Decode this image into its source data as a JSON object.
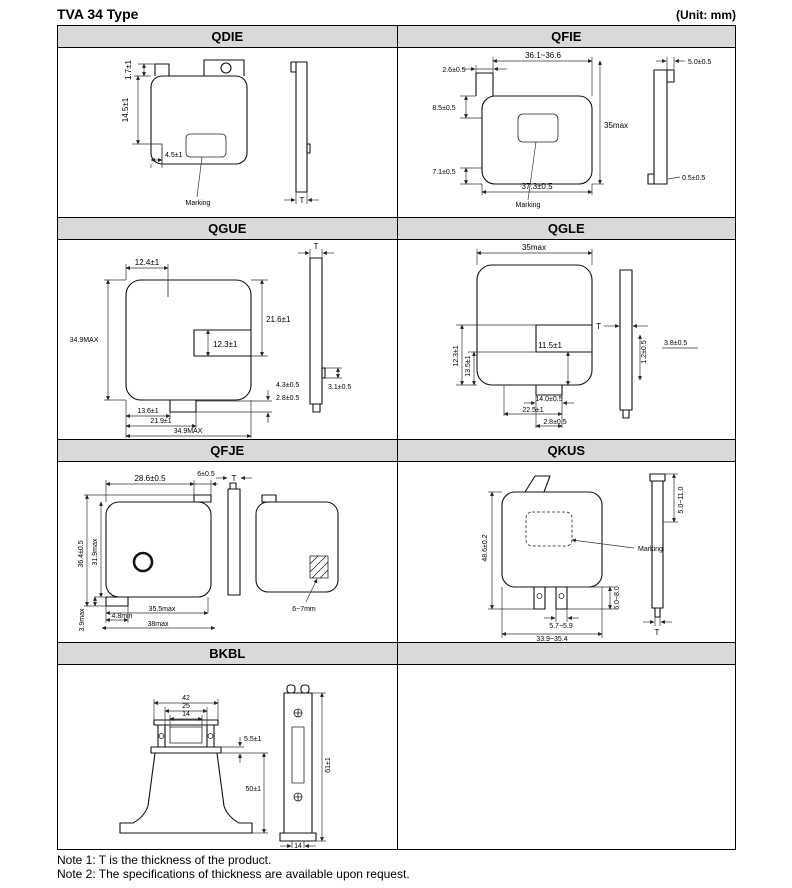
{
  "page": {
    "title": "TVA 34 Type",
    "unit": "(Unit: mm)"
  },
  "notes": {
    "note1": "Note 1: T is the thickness of the product.",
    "note2": "Note 2: The specifications of thickness are available upon request."
  },
  "cells": {
    "qdie": {
      "header": "QDIE",
      "labels": {
        "d1": "1.7±1",
        "d2": "14.5±1",
        "d3": "4.5±1",
        "marking": "Marking",
        "t": "T"
      }
    },
    "qfie": {
      "header": "QFIE",
      "labels": {
        "d1": "2.6±0.5",
        "d2": "36.1~36.6",
        "d3": "8.5±0.5",
        "d4": "35max",
        "d5": "7.1±0.5",
        "d6": "37.3±0.5",
        "d7": "5.0±0.5",
        "d8": "0.5±0.5",
        "marking": "Marking"
      }
    },
    "qgue": {
      "header": "QGUE",
      "labels": {
        "d1": "12.4±1",
        "d2": "34.9MAX",
        "d3": "21.6±1",
        "d4": "12.3±1",
        "d5": "4.3±0.5",
        "d6": "3.1±0.5",
        "d7": "2.8±0.5",
        "d8": "13.6±1",
        "d9": "21.9±1",
        "d10": "34.9MAX",
        "t": "T"
      }
    },
    "qgle": {
      "header": "QGLE",
      "labels": {
        "d1": "35max",
        "d2": "12.3±1",
        "d3": "13.5±1",
        "d4": "11.5±1",
        "d5": "14.0±0.5",
        "d6": "22.5±1",
        "d7": "2.8±0.5",
        "d8": "1.2±0.5",
        "d9": "3.8±0.5",
        "t": "T"
      }
    },
    "qfje": {
      "header": "QFJE",
      "labels": {
        "d1": "28.6±0.5",
        "d2": "6±0.5",
        "d3": "36.4±0.5",
        "d4": "31.9max",
        "d5": "3.9max",
        "d6": "4.8min",
        "d7": "35.5max",
        "d8": "38max",
        "d9": "6~7mm",
        "t": "T"
      }
    },
    "qkus": {
      "header": "QKUS",
      "labels": {
        "d1": "48.6±0.2",
        "d2": "6.0~8.0",
        "d3": "5.7~5.9",
        "d4": "33.9~35.4",
        "d5": "5.0~11.0",
        "marking": "Marking",
        "t": "T"
      }
    },
    "bkbl": {
      "header": "BKBL",
      "labels": {
        "d1": "42",
        "d2": "25",
        "d3": "14",
        "d4": "5.5±1",
        "d5": "50±1",
        "d6": "61±1",
        "d7": "14"
      }
    }
  }
}
